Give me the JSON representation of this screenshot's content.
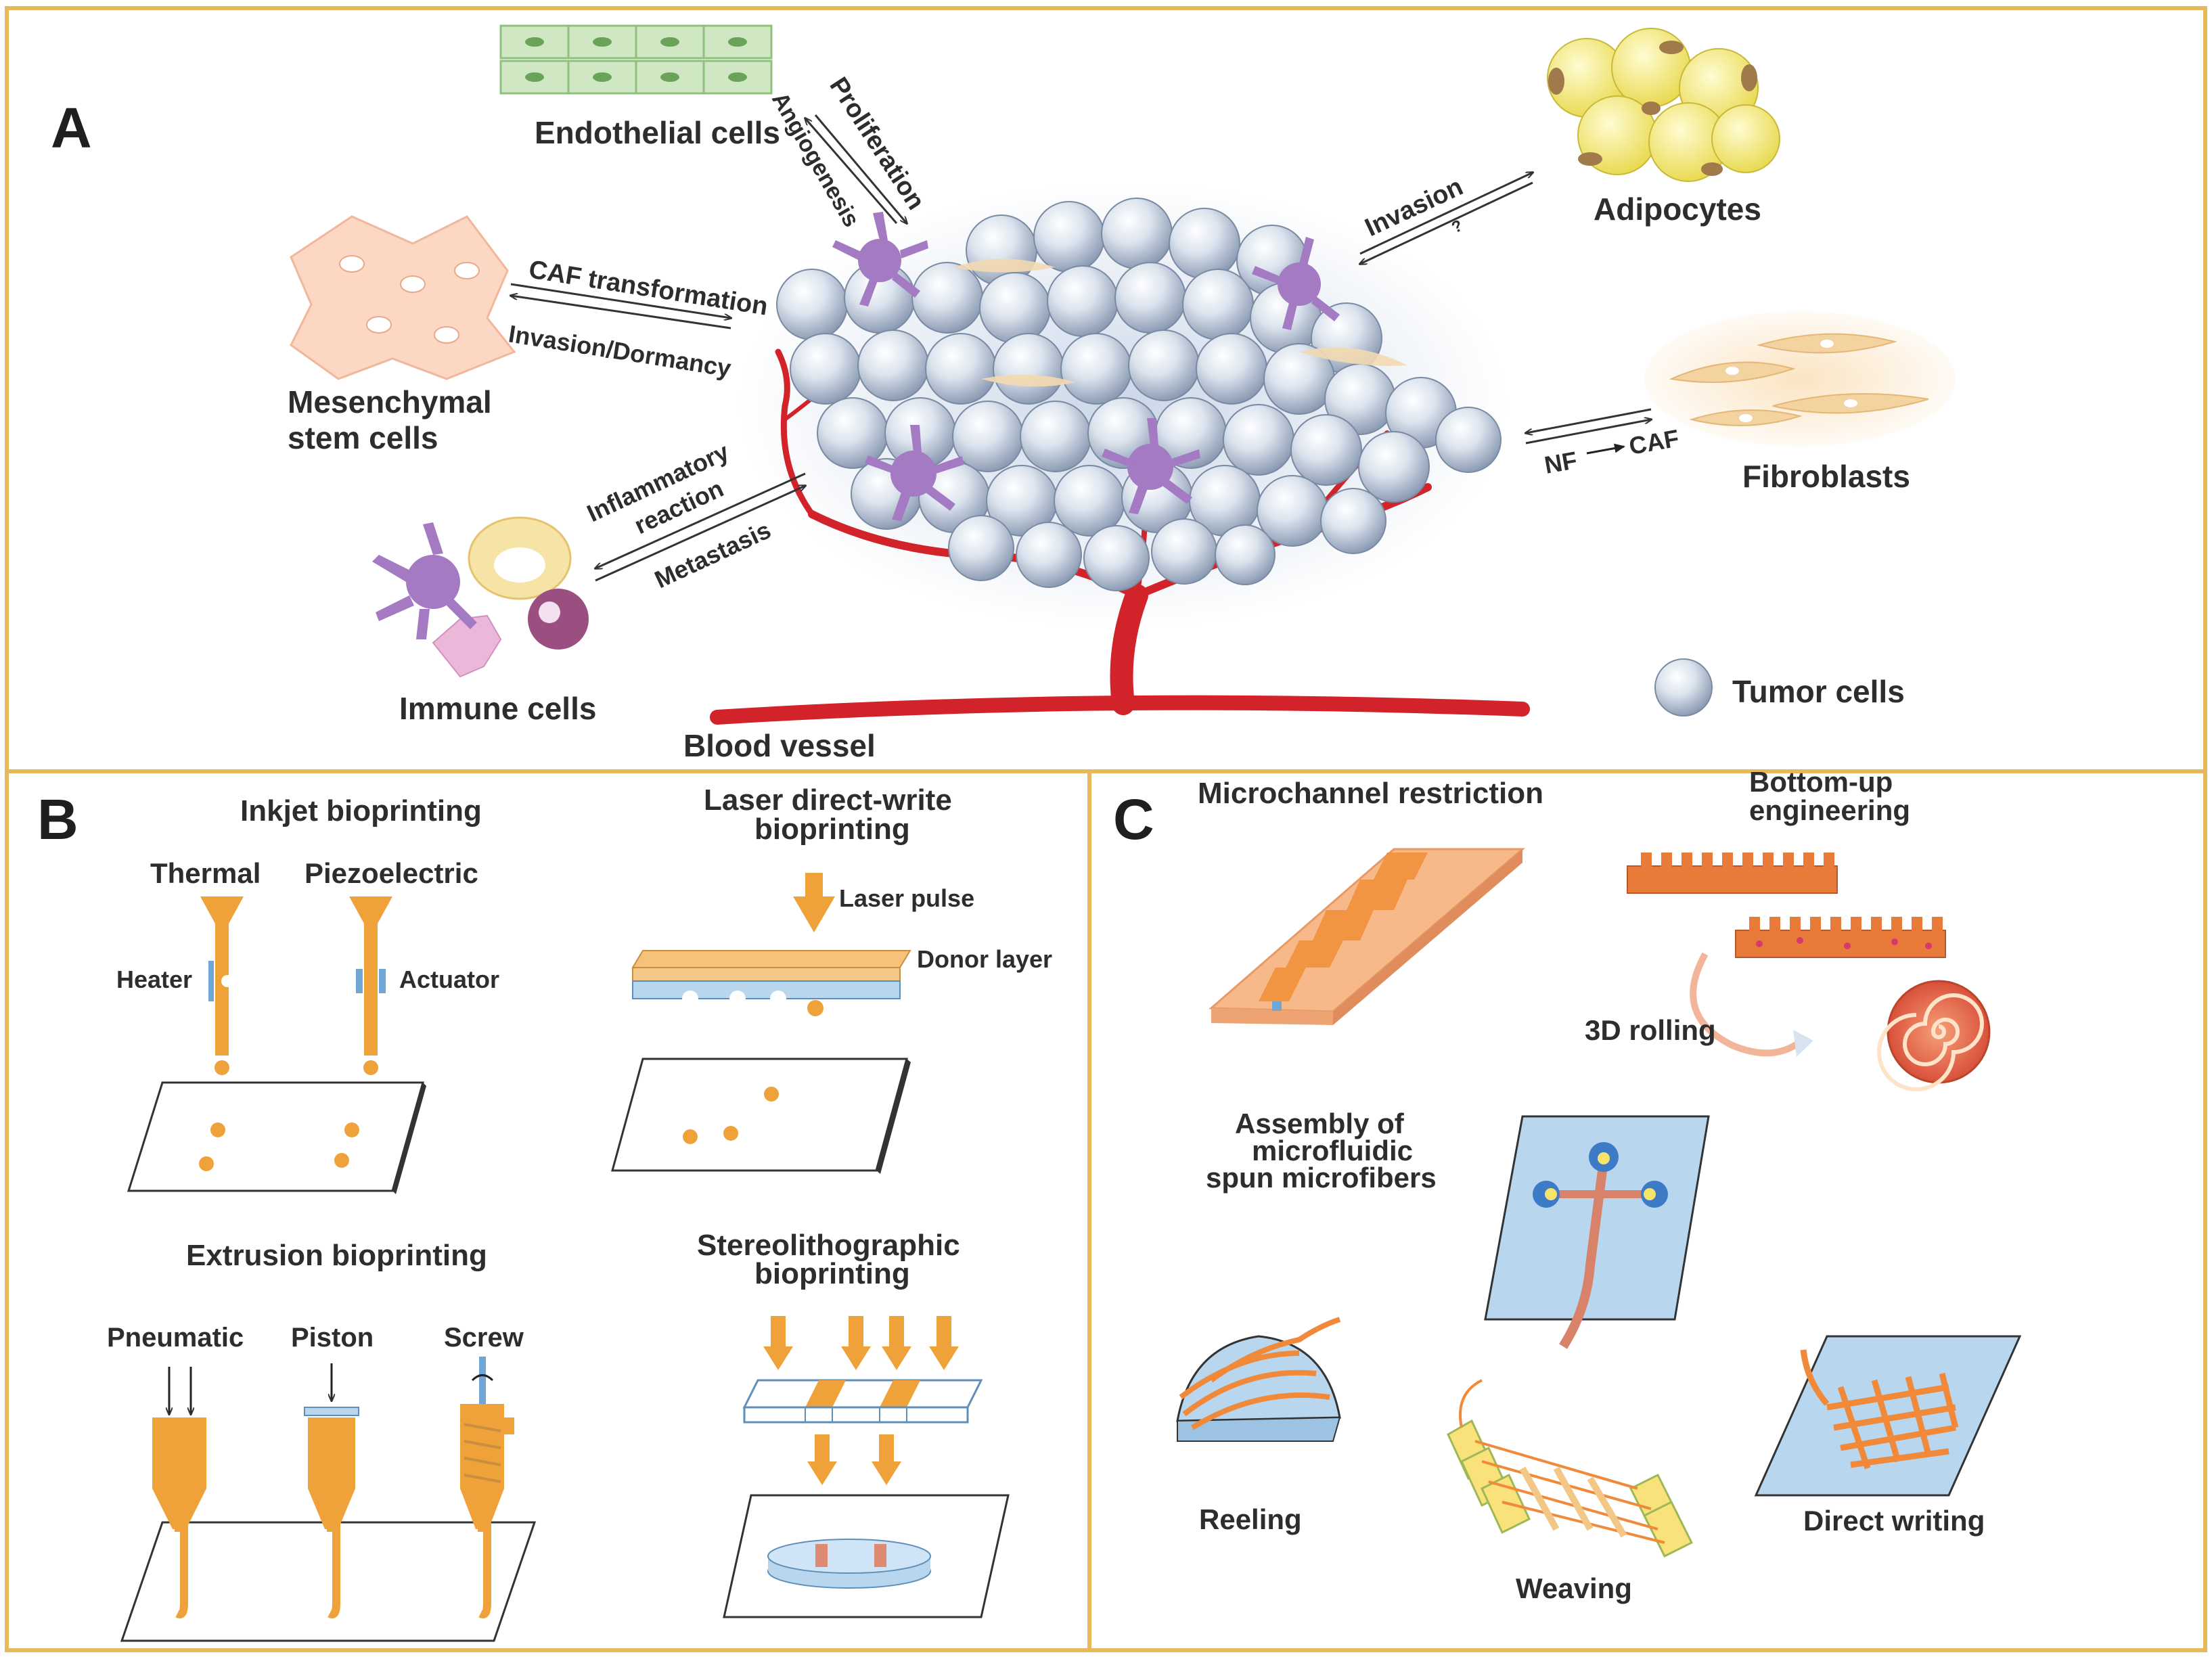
{
  "colors": {
    "frame": "#e7b95c",
    "accent_orange": "#f0a23a",
    "vessel_red": "#d2232a",
    "tumor_blue": "#b7c6da",
    "immune_purple": "#9b6fb5",
    "endothelial_green": "#bfe0b0",
    "adipocyte_yellow": "#f3ea72",
    "substrate_blue": "#b8d7ef"
  },
  "panels": {
    "a": {
      "label": "A",
      "cells": {
        "endothelial": "Endothelial cells",
        "adipocytes": "Adipocytes",
        "msc_line1": "Mesenchymal",
        "msc_line2": "stem cells",
        "fibroblasts": "Fibroblasts",
        "immune": "Immune cells",
        "blood_vessel": "Blood vessel",
        "tumor_legend": "Tumor cells"
      },
      "interactions": {
        "proliferation": "Proliferation",
        "angiogenesis": "Angiogenesis",
        "invasion": "Invasion",
        "unknown": "?",
        "caf_transformation": "CAF transformation",
        "invasion_dormancy": "Invasion/Dormancy",
        "nf": "NF",
        "caf": "CAF",
        "inflammatory_line1": "Inflammatory",
        "inflammatory_line2": "reaction",
        "metastasis": "Metastasis"
      }
    },
    "b": {
      "label": "B",
      "inkjet": {
        "title": "Inkjet bioprinting",
        "thermal": "Thermal",
        "piezoelectric": "Piezoelectric",
        "heater": "Heater",
        "actuator": "Actuator"
      },
      "laser": {
        "title_line1": "Laser direct-write",
        "title_line2": "bioprinting",
        "laser_pulse": "Laser pulse",
        "donor_layer": "Donor layer"
      },
      "extrusion": {
        "title": "Extrusion bioprinting",
        "pneumatic": "Pneumatic",
        "piston": "Piston",
        "screw": "Screw"
      },
      "stereo": {
        "title_line1": "Stereolithographic",
        "title_line2": "bioprinting"
      }
    },
    "c": {
      "label": "C",
      "microchannel": "Microchannel restriction",
      "bottom_up_line1": "Bottom-up",
      "bottom_up_line2": "engineering",
      "rolling": "3D rolling",
      "assembly_line1": "Assembly of",
      "assembly_line2": "microfluidic",
      "assembly_line3": "spun microfibers",
      "reeling": "Reeling",
      "weaving": "Weaving",
      "direct_writing": "Direct writing"
    }
  }
}
